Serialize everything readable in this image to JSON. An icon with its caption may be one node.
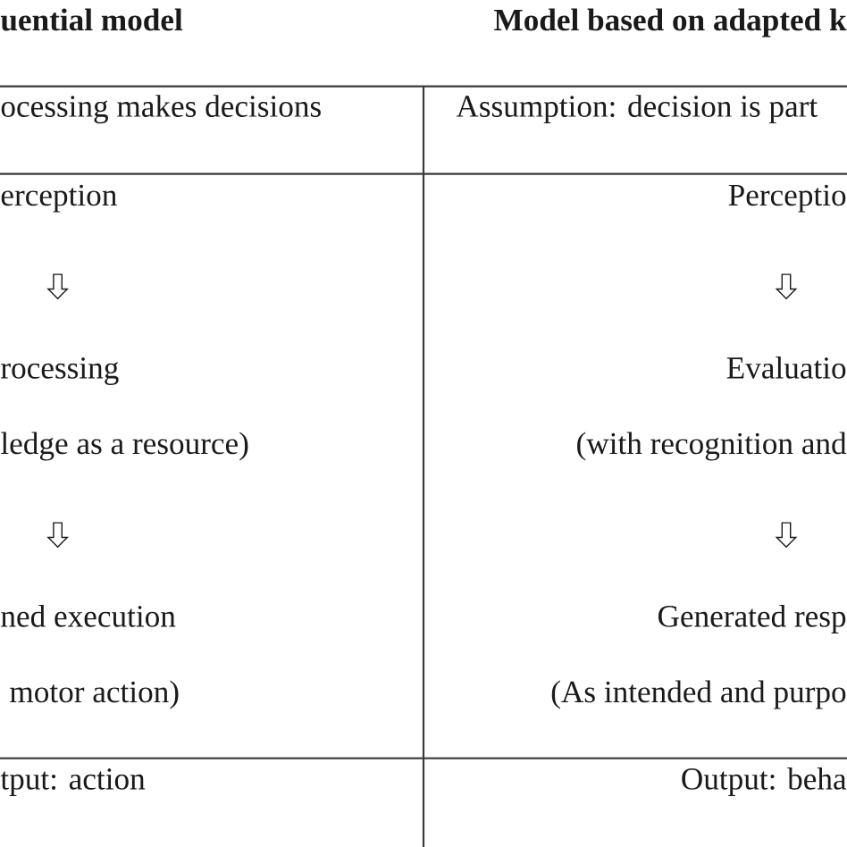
{
  "diagram": {
    "nodes": [
      {
        "text": [
          "erception"
        ]
      },
      {
        "text": [
          "rocessing",
          "ledge as a resource)"
        ]
      },
      {
        "text": [
          "ned execution",
          "motor action)"
        ]
      },
      {
        "text": [
          "Perceptio"
        ]
      },
      {
        "text": [
          "Evaluatio",
          "(with recognition and"
        ]
      },
      {
        "text": [
          "Generated resp",
          "(As intended and purpo"
        ]
      }
    ],
    "edges": [
      {
        "from": 0,
        "to": 1,
        "arrow": "to"
      },
      {
        "from": 1,
        "to": 2,
        "arrow": "to"
      },
      {
        "from": 3,
        "to": 4,
        "arrow": "to"
      },
      {
        "from": 4,
        "to": 5,
        "arrow": "to"
      }
    ],
    "labels": [
      "uential model",
      "Model based on adapted k",
      "ocessing makes decisions",
      "Assumption: decision is part",
      "tput: action",
      "Output: beha"
    ]
  }
}
